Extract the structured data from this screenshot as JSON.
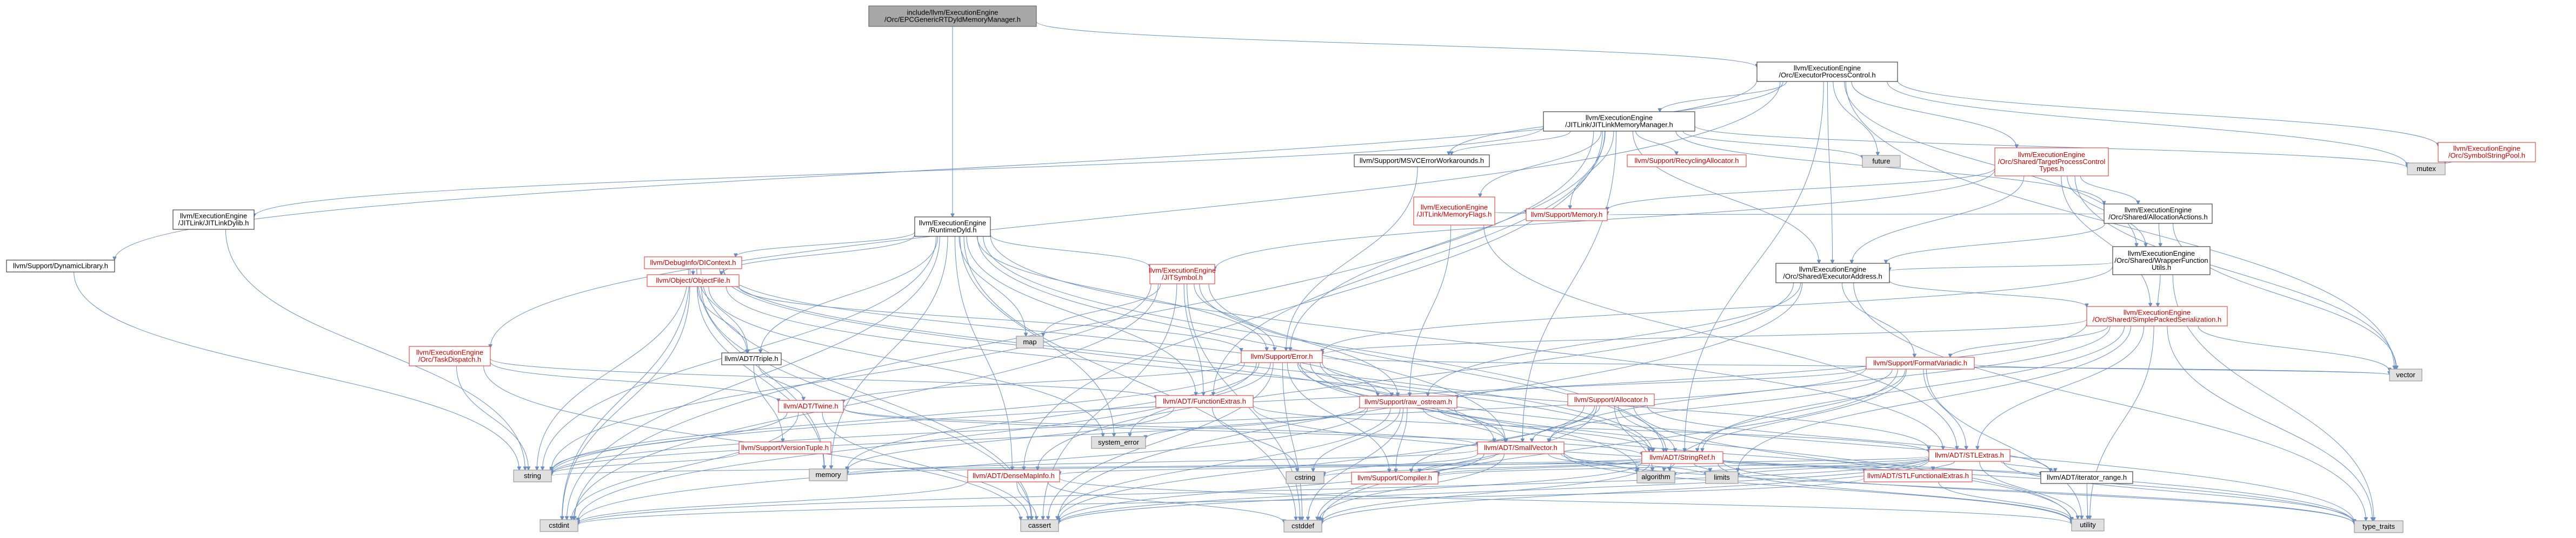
{
  "graph": {
    "nodes": [
      {
        "id": "root",
        "label": "include/llvm/ExecutionEngine\n/Orc/EPCGenericRTDyldMemoryManager.h",
        "style": "root"
      },
      {
        "id": "epc",
        "label": "llvm/ExecutionEngine\n/Orc/ExecutorProcessControl.h",
        "style": "normal"
      },
      {
        "id": "rtdyld",
        "label": "llvm/ExecutionEngine\n/RuntimeDyld.h",
        "style": "normal"
      },
      {
        "id": "jitlinkmm",
        "label": "llvm/ExecutionEngine\n/JITLink/JITLinkMemoryManager.h",
        "style": "normal"
      },
      {
        "id": "tpctypes",
        "label": "llvm/ExecutionEngine\n/Orc/Shared/TargetProcessControl\nTypes.h",
        "style": "red"
      },
      {
        "id": "ssp",
        "label": "llvm/ExecutionEngine\n/Orc/SymbolStringPool.h",
        "style": "red"
      },
      {
        "id": "mutex",
        "label": "mutex",
        "style": "gray"
      },
      {
        "id": "future",
        "label": "future",
        "style": "gray"
      },
      {
        "id": "dynlib",
        "label": "llvm/Support/DynamicLibrary.h",
        "style": "normal"
      },
      {
        "id": "jitlinkdylib",
        "label": "llvm/ExecutionEngine\n/JITLink/JITLinkDylib.h",
        "style": "normal"
      },
      {
        "id": "msvcerr",
        "label": "llvm/Support/MSVCErrorWorkarounds.h",
        "style": "normal"
      },
      {
        "id": "memflags",
        "label": "llvm/ExecutionEngine\n/JITLink/MemoryFlags.h",
        "style": "red"
      },
      {
        "id": "recycling",
        "label": "llvm/Support/RecyclingAllocator.h",
        "style": "red"
      },
      {
        "id": "allocactions",
        "label": "llvm/ExecutionEngine\n/Orc/Shared/AllocationActions.h",
        "style": "normal"
      },
      {
        "id": "wrapperfn",
        "label": "llvm/ExecutionEngine\n/Orc/Shared/WrapperFunction\nUtils.h",
        "style": "normal"
      },
      {
        "id": "memory",
        "label": "llvm/Support/Memory.h",
        "style": "red"
      },
      {
        "id": "execaddr",
        "label": "llvm/ExecutionEngine\n/Orc/Shared/ExecutorAddress.h",
        "style": "normal"
      },
      {
        "id": "dicontext",
        "label": "llvm/DebugInfo/DIContext.h",
        "style": "red"
      },
      {
        "id": "objectfile",
        "label": "llvm/Object/ObjectFile.h",
        "style": "red"
      },
      {
        "id": "jitsymbol",
        "label": "llvm/ExecutionEngine\n/JITSymbol.h",
        "style": "red"
      },
      {
        "id": "spsser",
        "label": "llvm/ExecutionEngine\n/Orc/Shared/SimplePackedSerialization.h",
        "style": "red"
      },
      {
        "id": "taskdispatch",
        "label": "llvm/ExecutionEngine\n/Orc/TaskDispatch.h",
        "style": "red"
      },
      {
        "id": "triple",
        "label": "llvm/ADT/Triple.h",
        "style": "normal"
      },
      {
        "id": "map",
        "label": "map",
        "style": "gray"
      },
      {
        "id": "error",
        "label": "llvm/Support/Error.h",
        "style": "red"
      },
      {
        "id": "formatvariadic",
        "label": "llvm/Support/FormatVariadic.h",
        "style": "red"
      },
      {
        "id": "vector",
        "label": "vector",
        "style": "gray"
      },
      {
        "id": "twine",
        "label": "llvm/ADT/Twine.h",
        "style": "red"
      },
      {
        "id": "functionextras",
        "label": "llvm/ADT/FunctionExtras.h",
        "style": "red"
      },
      {
        "id": "rawostream",
        "label": "llvm/Support/raw_ostream.h",
        "style": "red"
      },
      {
        "id": "allocator",
        "label": "llvm/Support/Allocator.h",
        "style": "red"
      },
      {
        "id": "versiontuple",
        "label": "llvm/Support/VersionTuple.h",
        "style": "red"
      },
      {
        "id": "systemerror",
        "label": "system_error",
        "style": "gray"
      },
      {
        "id": "smallvector",
        "label": "llvm/ADT/SmallVector.h",
        "style": "red"
      },
      {
        "id": "stringref",
        "label": "llvm/ADT/StringRef.h",
        "style": "red"
      },
      {
        "id": "stlextras",
        "label": "llvm/ADT/STLExtras.h",
        "style": "red"
      },
      {
        "id": "string",
        "label": "string",
        "style": "gray"
      },
      {
        "id": "memoryh",
        "label": "memory",
        "style": "gray"
      },
      {
        "id": "densemapinfo",
        "label": "llvm/ADT/DenseMapInfo.h",
        "style": "red"
      },
      {
        "id": "cstring",
        "label": "cstring",
        "style": "gray"
      },
      {
        "id": "compiler",
        "label": "llvm/Support/Compiler.h",
        "style": "red"
      },
      {
        "id": "algorithm",
        "label": "algorithm",
        "style": "gray"
      },
      {
        "id": "limits",
        "label": "limits",
        "style": "gray"
      },
      {
        "id": "stlfunctional",
        "label": "llvm/ADT/STLFunctionalExtras.h",
        "style": "red"
      },
      {
        "id": "iteratorrange",
        "label": "llvm/ADT/iterator_range.h",
        "style": "normal"
      },
      {
        "id": "cstdint",
        "label": "cstdint",
        "style": "gray"
      },
      {
        "id": "cassert",
        "label": "cassert",
        "style": "gray"
      },
      {
        "id": "cstddef",
        "label": "cstddef",
        "style": "gray"
      },
      {
        "id": "utility",
        "label": "utility",
        "style": "gray"
      },
      {
        "id": "typetraits",
        "label": "type_traits",
        "style": "gray"
      }
    ],
    "edges": [
      [
        "root",
        "epc"
      ],
      [
        "root",
        "rtdyld"
      ],
      [
        "epc",
        "jitlinkmm"
      ],
      [
        "epc",
        "tpctypes"
      ],
      [
        "epc",
        "ssp"
      ],
      [
        "epc",
        "mutex"
      ],
      [
        "epc",
        "future"
      ],
      [
        "epc",
        "dynlib"
      ],
      [
        "epc",
        "taskdispatch"
      ],
      [
        "epc",
        "execaddr"
      ],
      [
        "epc",
        "wrapperfn"
      ],
      [
        "epc",
        "msvcerr"
      ],
      [
        "epc",
        "vector"
      ],
      [
        "epc",
        "stringref"
      ],
      [
        "jitlinkmm",
        "jitlinkdylib"
      ],
      [
        "jitlinkmm",
        "memflags"
      ],
      [
        "jitlinkmm",
        "recycling"
      ],
      [
        "jitlinkmm",
        "allocactions"
      ],
      [
        "jitlinkmm",
        "msvcerr"
      ],
      [
        "jitlinkmm",
        "future"
      ],
      [
        "jitlinkmm",
        "mutex"
      ],
      [
        "jitlinkmm",
        "execaddr"
      ],
      [
        "jitlinkmm",
        "memory"
      ],
      [
        "jitlinkmm",
        "error"
      ],
      [
        "jitlinkmm",
        "functionextras"
      ],
      [
        "jitlinkmm",
        "smallvector"
      ],
      [
        "jitlinkmm",
        "densemapinfo"
      ],
      [
        "jitlinkmm",
        "cstdint"
      ],
      [
        "tpctypes",
        "allocactions"
      ],
      [
        "tpctypes",
        "wrapperfn"
      ],
      [
        "tpctypes",
        "execaddr"
      ],
      [
        "tpctypes",
        "spsser"
      ],
      [
        "tpctypes",
        "memory"
      ],
      [
        "tpctypes",
        "vector"
      ],
      [
        "tpctypes",
        "jitsymbol"
      ],
      [
        "ssp",
        "mutex"
      ],
      [
        "dynlib",
        "string"
      ],
      [
        "jitlinkdylib",
        "string"
      ],
      [
        "msvcerr",
        "error"
      ],
      [
        "memflags",
        "memory"
      ],
      [
        "memflags",
        "rawostream"
      ],
      [
        "memflags",
        "stlextras"
      ],
      [
        "allocactions",
        "execaddr"
      ],
      [
        "allocactions",
        "wrapperfn"
      ],
      [
        "allocactions",
        "memory"
      ],
      [
        "allocactions",
        "vector"
      ],
      [
        "wrapperfn",
        "execaddr"
      ],
      [
        "wrapperfn",
        "spsser"
      ],
      [
        "wrapperfn",
        "error"
      ],
      [
        "wrapperfn",
        "typetraits"
      ],
      [
        "memory",
        "system_error_placeholder"
      ],
      [
        "execaddr",
        "formatvariadic"
      ],
      [
        "execaddr",
        "rawostream"
      ],
      [
        "execaddr",
        "spsser"
      ],
      [
        "execaddr",
        "cassert"
      ],
      [
        "execaddr",
        "typetraits"
      ],
      [
        "execaddr",
        "densemapinfo"
      ],
      [
        "rtdyld",
        "dicontext"
      ],
      [
        "rtdyld",
        "objectfile"
      ],
      [
        "rtdyld",
        "jitsymbol"
      ],
      [
        "rtdyld",
        "map"
      ],
      [
        "rtdyld",
        "error"
      ],
      [
        "rtdyld",
        "functionextras"
      ],
      [
        "rtdyld",
        "stringref"
      ],
      [
        "rtdyld",
        "memoryh"
      ],
      [
        "rtdyld",
        "string"
      ],
      [
        "rtdyld",
        "cstdint"
      ],
      [
        "rtdyld",
        "cstddef"
      ],
      [
        "rtdyld",
        "systemerror"
      ],
      [
        "rtdyld",
        "smallvector"
      ],
      [
        "rtdyld",
        "stlextras"
      ],
      [
        "rtdyld",
        "densemapinfo"
      ],
      [
        "rtdyld",
        "triple"
      ],
      [
        "dicontext",
        "objectfile"
      ],
      [
        "dicontext",
        "triple"
      ],
      [
        "dicontext",
        "smallvector"
      ],
      [
        "dicontext",
        "stringref"
      ],
      [
        "dicontext",
        "rawostream"
      ],
      [
        "dicontext",
        "string"
      ],
      [
        "dicontext",
        "memoryh"
      ],
      [
        "dicontext",
        "cstdint"
      ],
      [
        "dicontext",
        "cassert"
      ],
      [
        "objectfile",
        "triple"
      ],
      [
        "objectfile",
        "error"
      ],
      [
        "objectfile",
        "stringref"
      ],
      [
        "objectfile",
        "memoryh"
      ],
      [
        "objectfile",
        "cassert"
      ],
      [
        "objectfile",
        "cstdint"
      ],
      [
        "objectfile",
        "systemerror"
      ],
      [
        "jitsymbol",
        "error"
      ],
      [
        "jitsymbol",
        "functionextras"
      ],
      [
        "jitsymbol",
        "stringref"
      ],
      [
        "jitsymbol",
        "string"
      ],
      [
        "jitsymbol",
        "map"
      ],
      [
        "jitsymbol",
        "cstdint"
      ],
      [
        "jitsymbol",
        "cstddef"
      ],
      [
        "jitsymbol",
        "cassert"
      ],
      [
        "jitsymbol",
        "rawostream"
      ],
      [
        "spsser",
        "error"
      ],
      [
        "spsser",
        "smallvector"
      ],
      [
        "spsser",
        "stringref"
      ],
      [
        "spsser",
        "stlextras"
      ],
      [
        "spsser",
        "vector"
      ],
      [
        "spsser",
        "string"
      ],
      [
        "spsser",
        "limits"
      ],
      [
        "spsser",
        "typetraits"
      ],
      [
        "spsser",
        "utility"
      ],
      [
        "spsser",
        "formatvariadic"
      ],
      [
        "taskdispatch",
        "twine"
      ],
      [
        "taskdispatch",
        "functionextras"
      ],
      [
        "taskdispatch",
        "string"
      ],
      [
        "taskdispatch",
        "cassert"
      ],
      [
        "triple",
        "twine"
      ],
      [
        "triple",
        "versiontuple"
      ],
      [
        "error",
        "twine"
      ],
      [
        "error",
        "rawostream"
      ],
      [
        "error",
        "systemerror"
      ],
      [
        "error",
        "string"
      ],
      [
        "error",
        "cstdint"
      ],
      [
        "error",
        "cassert"
      ],
      [
        "error",
        "memoryh"
      ],
      [
        "error",
        "smallvector"
      ],
      [
        "error",
        "stlextras"
      ],
      [
        "error",
        "vector"
      ],
      [
        "error",
        "utility"
      ],
      [
        "error",
        "typetraits"
      ],
      [
        "error",
        "algorithm"
      ],
      [
        "error",
        "cstddef"
      ],
      [
        "error",
        "compiler"
      ],
      [
        "formatvariadic",
        "stringref"
      ],
      [
        "formatvariadic",
        "smallvector"
      ],
      [
        "formatvariadic",
        "stlextras"
      ],
      [
        "formatvariadic",
        "rawostream"
      ],
      [
        "formatvariadic",
        "cstddef"
      ],
      [
        "formatvariadic",
        "string"
      ],
      [
        "formatvariadic",
        "utility"
      ],
      [
        "formatvariadic",
        "vector"
      ],
      [
        "formatvariadic",
        "algorithm"
      ],
      [
        "twine",
        "stringref"
      ],
      [
        "twine",
        "smallvector"
      ],
      [
        "twine",
        "string"
      ],
      [
        "twine",
        "cstdint"
      ],
      [
        "twine",
        "cassert"
      ],
      [
        "functionextras",
        "stlextras"
      ],
      [
        "functionextras",
        "memoryh"
      ],
      [
        "functionextras",
        "typetraits"
      ],
      [
        "functionextras",
        "cstring"
      ],
      [
        "rawostream",
        "stringref"
      ],
      [
        "rawostream",
        "smallvector"
      ],
      [
        "rawostream",
        "compiler"
      ],
      [
        "rawostream",
        "cstddef"
      ],
      [
        "rawostream",
        "cstdint"
      ],
      [
        "rawostream",
        "cassert"
      ],
      [
        "rawostream",
        "cstring"
      ],
      [
        "rawostream",
        "string"
      ],
      [
        "rawostream",
        "systemerror"
      ],
      [
        "rawostream",
        "typetraits"
      ],
      [
        "allocator",
        "smallvector"
      ],
      [
        "allocator",
        "stringref"
      ],
      [
        "allocator",
        "compiler"
      ],
      [
        "allocator",
        "algorithm"
      ],
      [
        "allocator",
        "cassert"
      ],
      [
        "allocator",
        "cstddef"
      ],
      [
        "allocator",
        "iteratorrange"
      ],
      [
        "allocator",
        "utility"
      ],
      [
        "versiontuple",
        "string"
      ],
      [
        "smallvector",
        "compiler"
      ],
      [
        "smallvector",
        "algorithm"
      ],
      [
        "smallvector",
        "cassert"
      ],
      [
        "smallvector",
        "cstddef"
      ],
      [
        "smallvector",
        "cstring"
      ],
      [
        "smallvector",
        "limits"
      ],
      [
        "smallvector",
        "memoryh"
      ],
      [
        "smallvector",
        "typetraits"
      ],
      [
        "smallvector",
        "utility"
      ],
      [
        "stringref",
        "densemapinfo"
      ],
      [
        "stringref",
        "stlfunctional"
      ],
      [
        "stringref",
        "iteratorrange"
      ],
      [
        "stringref",
        "compiler"
      ],
      [
        "stringref",
        "algorithm"
      ],
      [
        "stringref",
        "cassert"
      ],
      [
        "stringref",
        "cstddef"
      ],
      [
        "stringref",
        "cstring"
      ],
      [
        "stringref",
        "limits"
      ],
      [
        "stringref",
        "string"
      ],
      [
        "stringref",
        "typetraits"
      ],
      [
        "stringref",
        "utility"
      ],
      [
        "stlextras",
        "stlfunctional"
      ],
      [
        "stlextras",
        "iteratorrange"
      ],
      [
        "stlextras",
        "compiler"
      ],
      [
        "stlextras",
        "algorithm"
      ],
      [
        "stlextras",
        "cassert"
      ],
      [
        "stlextras",
        "cstddef"
      ],
      [
        "stlextras",
        "cstdint"
      ],
      [
        "stlextras",
        "limits"
      ],
      [
        "stlextras",
        "memoryh"
      ],
      [
        "stlextras",
        "typetraits"
      ],
      [
        "stlextras",
        "utility"
      ],
      [
        "densemapinfo",
        "cassert"
      ],
      [
        "densemapinfo",
        "cstddef"
      ],
      [
        "densemapinfo",
        "cstdint"
      ],
      [
        "densemapinfo",
        "utility"
      ],
      [
        "stlfunctional",
        "cstdint"
      ],
      [
        "stlfunctional",
        "type_traits_placeholder"
      ],
      [
        "stlfunctional",
        "utility"
      ],
      [
        "iteratorrange",
        "utility"
      ]
    ]
  }
}
